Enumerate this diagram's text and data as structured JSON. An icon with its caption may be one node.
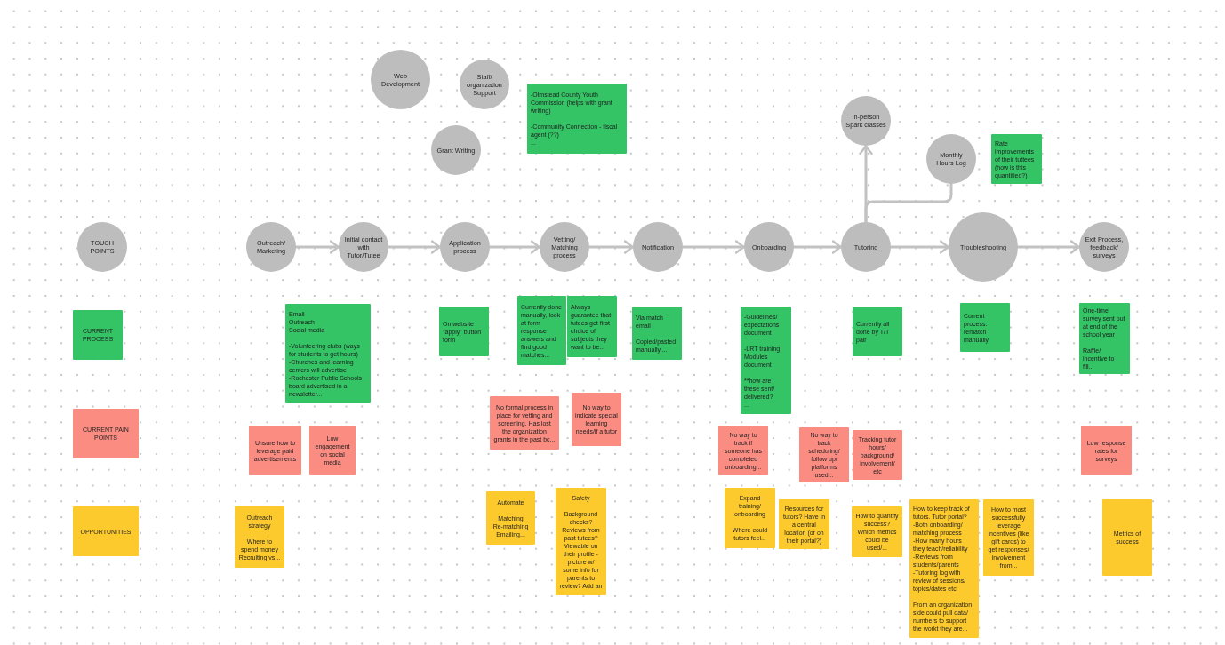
{
  "diagram": {
    "nodes": [
      {
        "text": [
          "Web Development"
        ]
      },
      {
        "text": [
          "Staff/ organization Support"
        ]
      },
      {
        "text": [
          "-Olmstead County Youth Commission (helps with grant writing)",
          "-Community Connection - fiscal agent (??)",
          "..."
        ]
      },
      {
        "text": [
          "Grant Writing"
        ]
      },
      {
        "text": [
          "In-person Spark classes"
        ]
      },
      {
        "text": [
          "Rate improvements of their tuttees (how is this quantified?)"
        ]
      },
      {
        "text": [
          "Monthly Hours Log"
        ]
      },
      {
        "text": [
          "TOUCH POINTS"
        ]
      },
      {
        "text": [
          "Outreach/ Marketing"
        ]
      },
      {
        "text": [
          "Initial contact with Tutor/Tutee"
        ]
      },
      {
        "text": [
          "Application process"
        ]
      },
      {
        "text": [
          "Vetting/ Matching process"
        ]
      },
      {
        "text": [
          "Notification"
        ]
      },
      {
        "text": [
          "Onboarding"
        ]
      },
      {
        "text": [
          "Tutoring"
        ]
      },
      {
        "text": [
          "Troubleshooting"
        ]
      },
      {
        "text": [
          "Exit Process, feedback/ surveys"
        ]
      },
      {
        "text": [
          "CURRENT PROCESS"
        ]
      },
      {
        "text": [
          "Email",
          "Outreach",
          "Social media",
          "-Volunteering clubs (ways for students to get hours)",
          "-Churches and learning centers will advertise",
          "-Rochester Public Schools board advertised in a newsletter..."
        ]
      },
      {
        "text": [
          "On website",
          "\"apply\" button",
          "form"
        ]
      },
      {
        "text": [
          "Currently done manually, look at form response answers and find good matches..."
        ]
      },
      {
        "text": [
          "Always guarantee that tutees get first choice of subjects they want to be..."
        ]
      },
      {
        "text": [
          "Via match email",
          "Copied/pasted manually,..."
        ]
      },
      {
        "text": [
          "-Guidelines/ expectations document",
          "-LRT training Modules document",
          "**how are these sent/ delivered?",
          "..."
        ]
      },
      {
        "text": [
          "Currently all done by T/T pair"
        ]
      },
      {
        "text": [
          "Current process: rematch manually"
        ]
      },
      {
        "text": [
          "One-time survey sent out at end of the school year",
          "Raffle/ incentive to fill..."
        ]
      },
      {
        "text": [
          "CURRENT PAIN POINTS"
        ]
      },
      {
        "text": [
          "No formal process in place for vetting and screening. Has lost the organization grants in the past bc..."
        ]
      },
      {
        "text": [
          "No way to indicate special learning needs/if a tutor"
        ]
      },
      {
        "text": [
          "Unsure how to leverage paid advertisements"
        ]
      },
      {
        "text": [
          "Low engagement on social media"
        ]
      },
      {
        "text": [
          "No way to track if someone has completed onboarding..."
        ]
      },
      {
        "text": [
          "No way to track scheduling/ follow up/ platforms used..."
        ]
      },
      {
        "text": [
          "Tracking tutor hours/ background/ involvement/ etc"
        ]
      },
      {
        "text": [
          "Low response rates for surveys"
        ]
      },
      {
        "text": [
          "OPPORTUNITIES"
        ]
      },
      {
        "text": [
          "Outreach strategy",
          "Where to spend money",
          "Recruiting vs..."
        ]
      },
      {
        "text": [
          "Automate",
          "Matching",
          "Re-matching",
          "Emailing..."
        ]
      },
      {
        "text": [
          "Safety",
          "Background checks? Reviews from past tutees? Viewable on their profile - picture w/ some info for parents to review? Add an"
        ]
      },
      {
        "text": [
          "Expand training/ onboarding",
          "Where could tutors feel..."
        ]
      },
      {
        "text": [
          "Resources for tutors? Have in a central location (or on their portal?)"
        ]
      },
      {
        "text": [
          "How to quantify success? Which metrics could be used/..."
        ]
      },
      {
        "text": [
          "How to keep track of tutors. Tutor portal?",
          "-Both onboarding/ matching process",
          "-How many hours they teach/reliability",
          "-Reviews from students/parents",
          "-Tutoring log with review of sessions/ topics/dates etc",
          "From an organization side could pull data/ numbers to support the workt they are..."
        ]
      },
      {
        "text": [
          "How to most successfully leverage incentives (like gift cards) to get responses/ involvement from..."
        ]
      },
      {
        "text": [
          "Metrics of success"
        ]
      }
    ],
    "edges": [
      {
        "from": 8,
        "to": 9,
        "arrow": "to"
      },
      {
        "from": 9,
        "to": 10,
        "arrow": "to"
      },
      {
        "from": 10,
        "to": 11,
        "arrow": "to"
      },
      {
        "from": 11,
        "to": 12,
        "arrow": "to"
      },
      {
        "from": 12,
        "to": 13,
        "arrow": "to"
      },
      {
        "from": 13,
        "to": 14,
        "arrow": "to"
      },
      {
        "from": 14,
        "to": 15,
        "arrow": "to"
      },
      {
        "from": 15,
        "to": 16,
        "arrow": "to"
      },
      {
        "from": 14,
        "to": 4,
        "arrow": "to"
      },
      {
        "from": 14,
        "to": 6,
        "arrow": "none"
      }
    ]
  }
}
